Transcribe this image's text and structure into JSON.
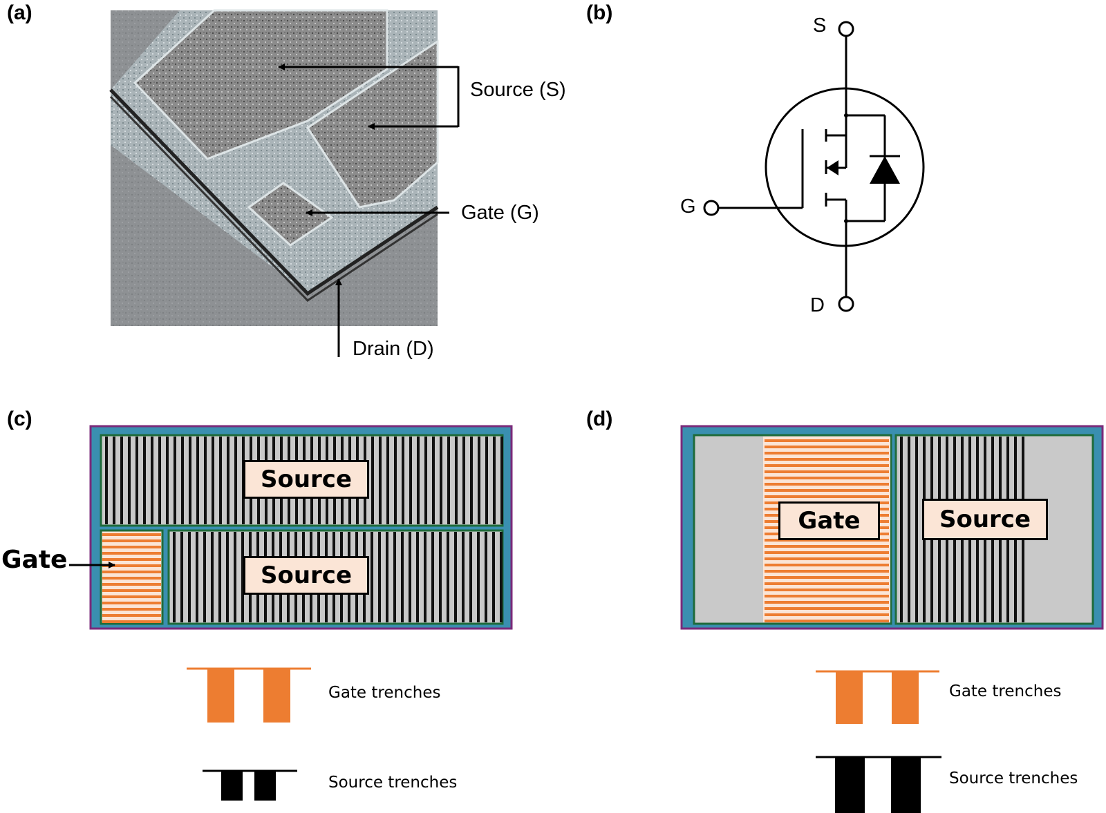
{
  "panels": {
    "a": {
      "label": "(a)"
    },
    "b": {
      "label": "(b)"
    },
    "c": {
      "label": "(c)"
    },
    "d": {
      "label": "(d)"
    }
  },
  "photo": {
    "source_label": "Source (S)",
    "gate_label": "Gate (G)",
    "drain_label": "Drain (D)"
  },
  "schematic": {
    "s_label": "S",
    "g_label": "G",
    "d_label": "D"
  },
  "layout_c": {
    "source_top": "Source",
    "source_bottom": "Source",
    "gate_callout": "Gate"
  },
  "layout_d": {
    "gate": "Gate",
    "source": "Source"
  },
  "legend": {
    "gate_trenches": "Gate trenches",
    "source_trenches": "Source trenches"
  },
  "colors": {
    "outer_border": "#7a2a7a",
    "frame_teal": "#3a8fb0",
    "inner_green": "#1f6b3a",
    "metal_gray": "#c9c9c9",
    "trench_black": "#111111",
    "gate_orange": "#ed7d31",
    "label_fill": "#fbe5d6"
  }
}
